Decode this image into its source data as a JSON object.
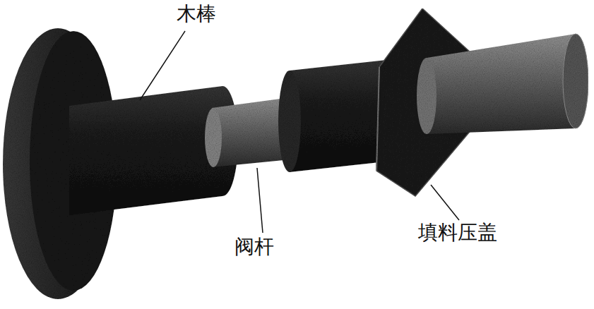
{
  "diagram": {
    "labels": [
      "木棒",
      "阀杆",
      "填料压盖"
    ]
  }
}
